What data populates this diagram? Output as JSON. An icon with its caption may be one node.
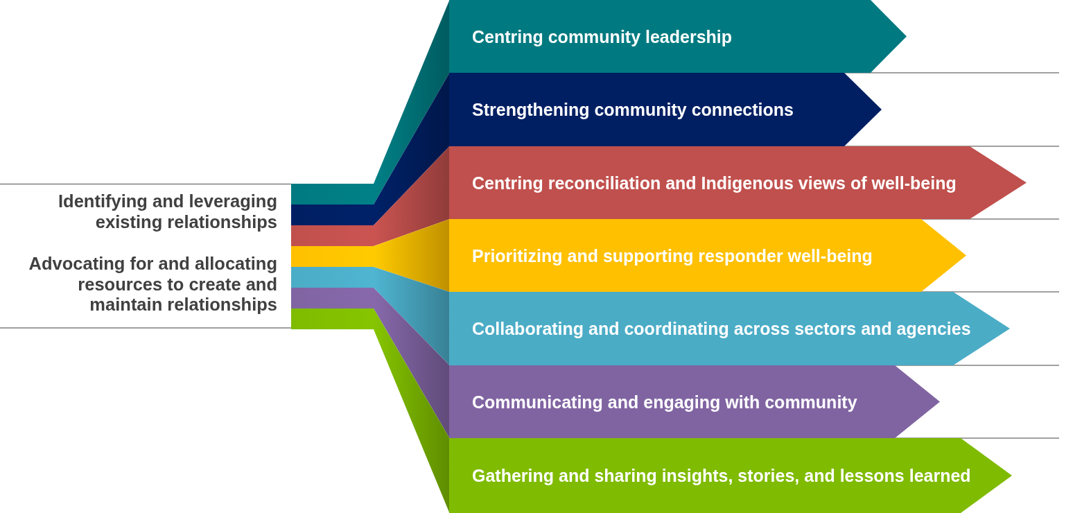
{
  "diagram": {
    "nodes": [
      {
        "text": [
          "Centring community leadership"
        ]
      },
      {
        "text": [
          "Strengthening community connections"
        ]
      },
      {
        "text": [
          "Centring reconciliation and Indigenous views of well-being"
        ]
      },
      {
        "text": [
          "Prioritizing and supporting responder well-being"
        ]
      },
      {
        "text": [
          "Collaborating and coordinating across sectors and agencies"
        ]
      },
      {
        "text": [
          "Communicating and engaging with community"
        ]
      },
      {
        "text": [
          "Gathering and sharing insights, stories, and lessons learned"
        ]
      }
    ],
    "labels": [
      "Identifying and leveraging existing relationships",
      "Advocating for and allocating resources to create and maintain relationships"
    ]
  }
}
